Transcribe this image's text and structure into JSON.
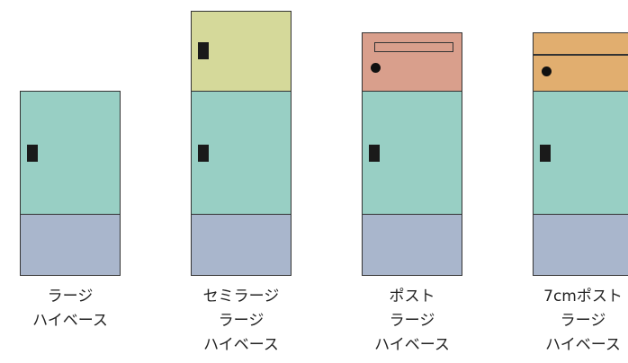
{
  "lockers": [
    {
      "id": "large-high-base",
      "label": [
        "ラージ",
        "ハイベース"
      ]
    },
    {
      "id": "semi-large-high-base",
      "label": [
        "セミラージ",
        "ラージ",
        "ハイベース"
      ]
    },
    {
      "id": "post-large-high-base",
      "label": [
        "ポスト",
        "ラージ",
        "ハイベース"
      ]
    },
    {
      "id": "7cm-post-large-high-base",
      "label": [
        "7cmポスト",
        "ラージ",
        "ハイベース"
      ]
    }
  ],
  "colors": {
    "large": "#98cfc4",
    "semi_large": "#d5d99a",
    "post": "#d99f8c",
    "post_7cm": "#e1ae6f",
    "base": "#a9b6cc"
  }
}
